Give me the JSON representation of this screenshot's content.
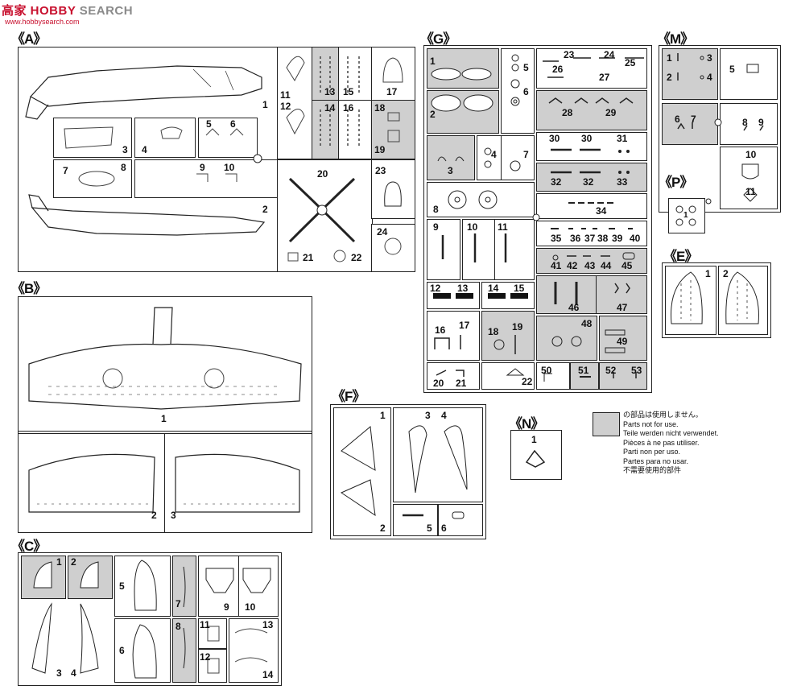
{
  "watermark": {
    "brand_red": "高家 HOBBY",
    "brand_gray": "SEARCH",
    "url": "www.hobbysearch.com"
  },
  "sprues": {
    "A": "《A》",
    "B": "《B》",
    "C": "《C》",
    "E": "《E》",
    "F": "《F》",
    "G": "《G》",
    "M": "《M》",
    "N": "《N》",
    "P": "《P》"
  },
  "legend": {
    "lines": [
      "の部品は使用しません。",
      "Parts not for use.",
      "Teile werden nicht verwendet.",
      "Pièces à ne pas utiliser.",
      "Parti non per uso.",
      "Partes para no usar.",
      "不需要使用的部件"
    ],
    "swatch_color": "#cfcfcf"
  },
  "parts": {
    "A": [
      "1",
      "2",
      "3",
      "4",
      "5",
      "6",
      "7",
      "8",
      "9",
      "10",
      "11",
      "12",
      "13",
      "14",
      "15",
      "16",
      "17",
      "18",
      "19",
      "20",
      "21",
      "22",
      "23",
      "24"
    ],
    "B": [
      "1",
      "2",
      "3"
    ],
    "C": [
      "1",
      "2",
      "3",
      "4",
      "5",
      "6",
      "7",
      "8",
      "9",
      "10",
      "11",
      "12",
      "13",
      "14"
    ],
    "E": [
      "1",
      "2"
    ],
    "F": [
      "1",
      "2",
      "3",
      "4",
      "5",
      "6"
    ],
    "G": [
      "1",
      "2",
      "3",
      "4",
      "5",
      "6",
      "7",
      "8",
      "9",
      "10",
      "11",
      "12",
      "13",
      "14",
      "15",
      "16",
      "17",
      "18",
      "19",
      "20",
      "21",
      "22",
      "23",
      "24",
      "25",
      "26",
      "27",
      "28",
      "29",
      "30",
      "30",
      "31",
      "32",
      "32",
      "33",
      "34",
      "35",
      "36",
      "37",
      "38",
      "39",
      "40",
      "41",
      "42",
      "43",
      "44",
      "45",
      "46",
      "47",
      "48",
      "49",
      "50",
      "51",
      "52",
      "53"
    ],
    "M": [
      "1",
      "2",
      "3",
      "4",
      "5",
      "6",
      "7",
      "8",
      "9",
      "10",
      "11"
    ],
    "N": [
      "1"
    ],
    "P": [
      "1"
    ]
  }
}
